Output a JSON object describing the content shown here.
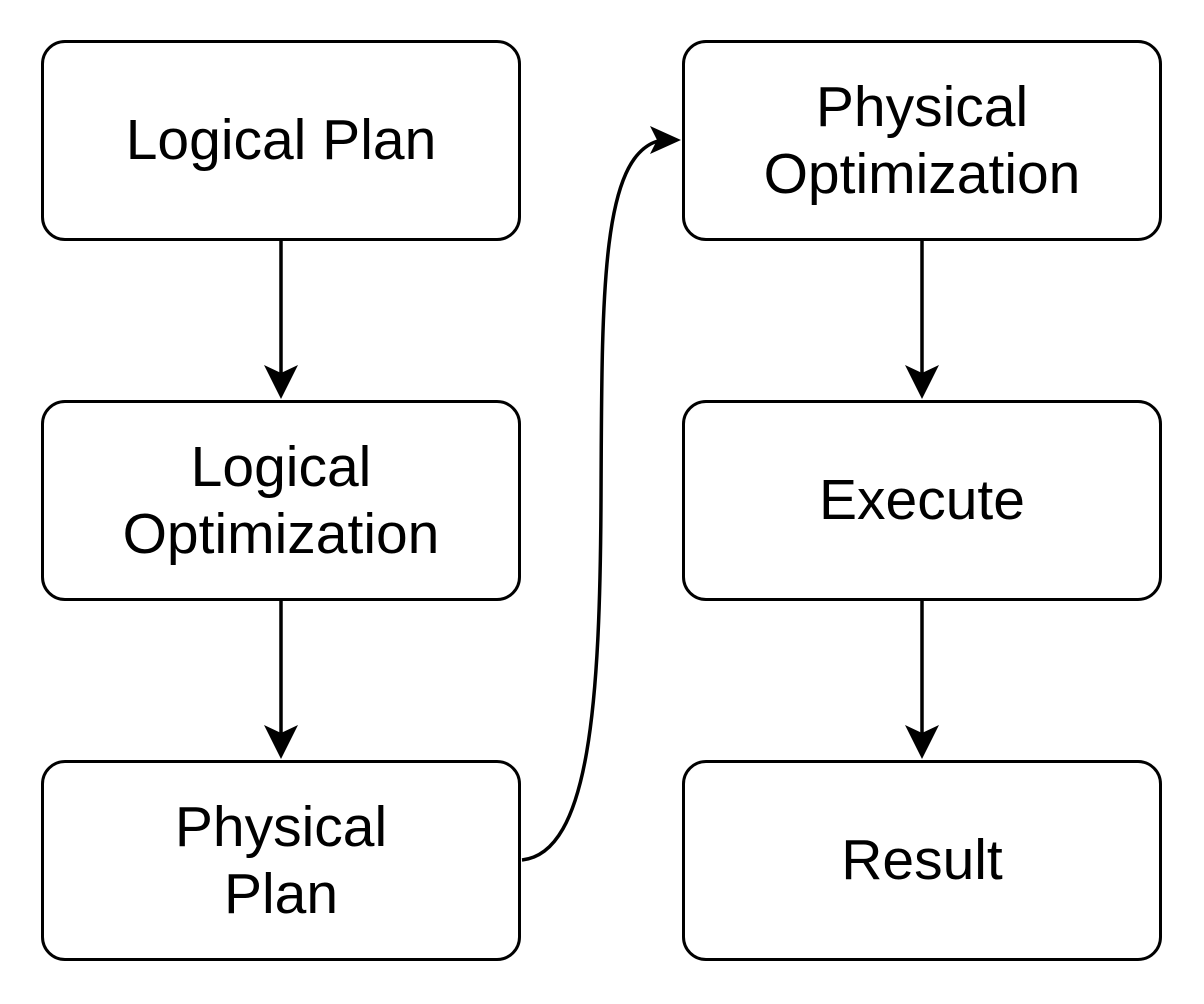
{
  "diagram": {
    "background_color": "#ffffff",
    "line_color": "#000000",
    "text_color": "#000000",
    "nodes": [
      {
        "id": "logical-plan",
        "label": "Logical Plan"
      },
      {
        "id": "logical-optimization",
        "label": "Logical\nOptimization"
      },
      {
        "id": "physical-plan",
        "label": "Physical\nPlan"
      },
      {
        "id": "physical-optimization",
        "label": "Physical\nOptimization"
      },
      {
        "id": "execute",
        "label": "Execute"
      },
      {
        "id": "result",
        "label": "Result"
      }
    ],
    "edges": [
      {
        "from": "Logical Plan",
        "to": "Logical Optimization",
        "shape": "straight-down-arrow"
      },
      {
        "from": "Logical Optimization",
        "to": "Physical Plan",
        "shape": "straight-down-arrow"
      },
      {
        "from": "Physical Plan",
        "to": "Physical Optimization",
        "shape": "s-curve-right-arrow"
      },
      {
        "from": "Physical Optimization",
        "to": "Execute",
        "shape": "straight-down-arrow"
      },
      {
        "from": "Execute",
        "to": "Result",
        "shape": "straight-down-arrow"
      }
    ]
  }
}
